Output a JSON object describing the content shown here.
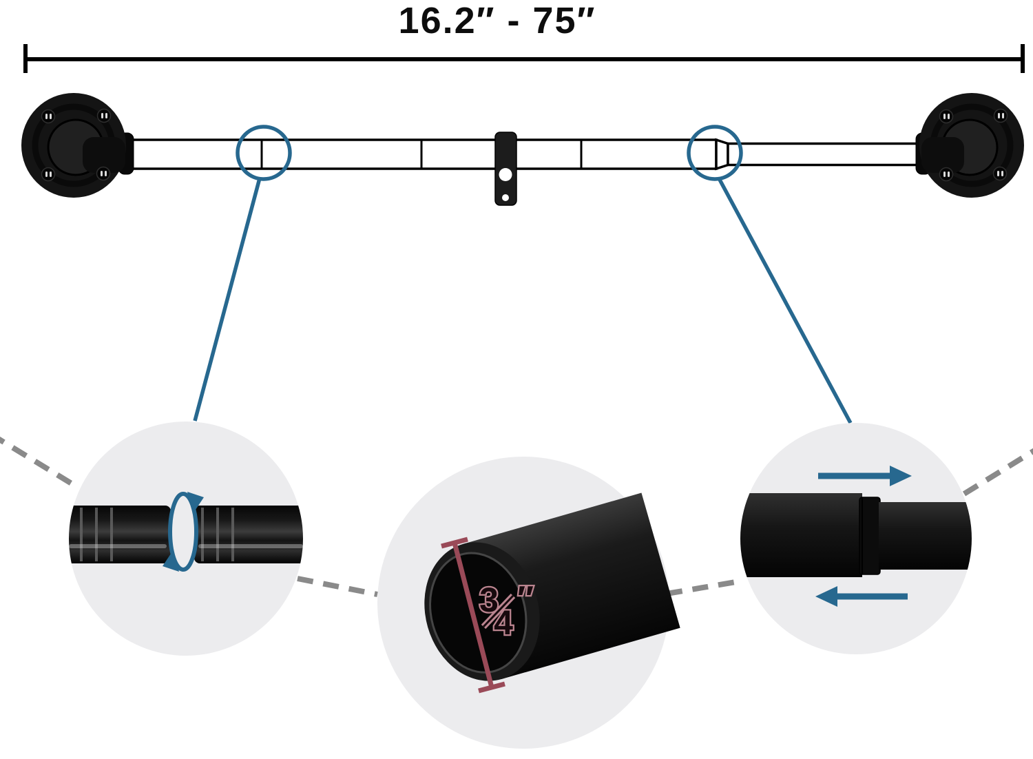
{
  "title": "Adjustable industrial pipe curtain rod size diagram",
  "colors": {
    "accent_blue": "#27688f",
    "dimension_maroon": "#9a4a58",
    "maroon_outline": "#bb8590",
    "dash_gray": "#8a8a8a",
    "detail_circle_gray": "#ececee",
    "pipe_black": "#111111"
  },
  "dimension": {
    "label": "16.2″  -  75″"
  },
  "details": {
    "rotation_joint": {
      "icon": "rotate-arrows-icon"
    },
    "diameter": {
      "label": "3/4″",
      "numerator": "3",
      "denominator": "4",
      "unit_mark": "″"
    },
    "telescope": {
      "icons": [
        "arrow-right-icon",
        "arrow-left-icon"
      ]
    }
  }
}
